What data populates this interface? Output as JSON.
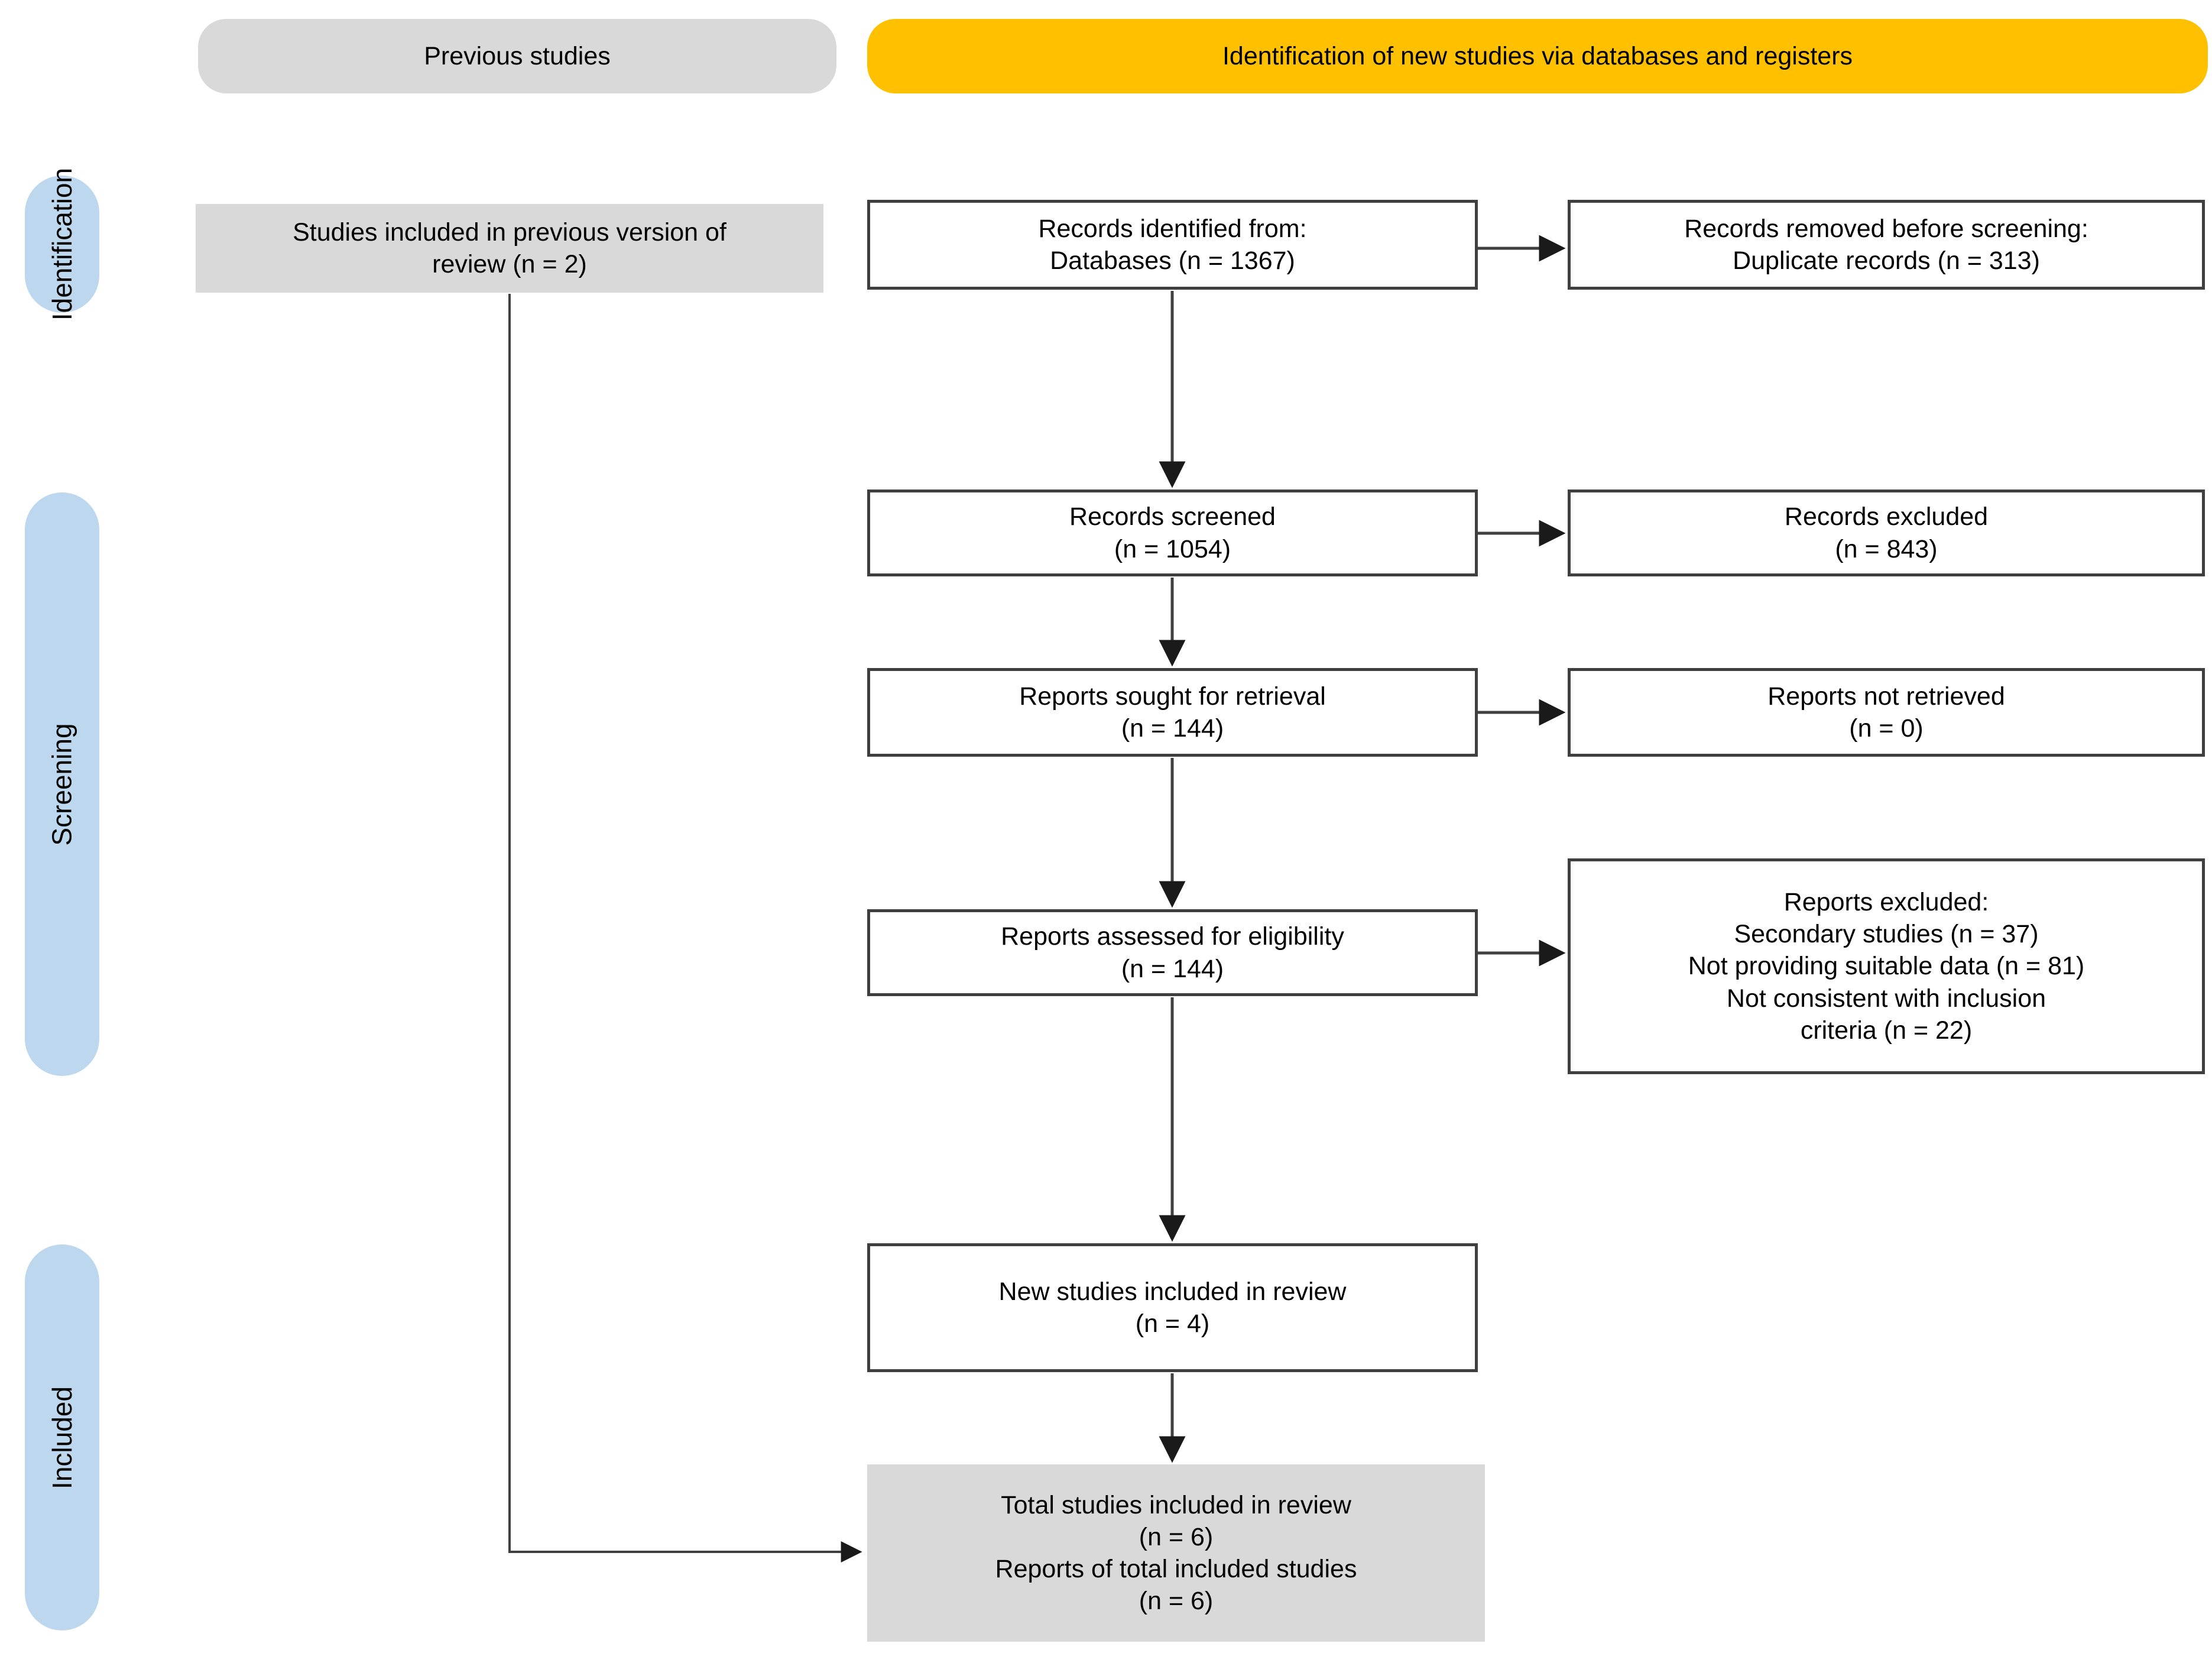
{
  "diagram": {
    "headers": {
      "previous_studies": "Previous studies",
      "identification_new_studies": "Identification of new studies via databases and registers"
    },
    "stage_labels": {
      "identification": "Identification",
      "screening": "Screening",
      "included": "Included"
    },
    "boxes": {
      "previous_version": "Studies included in previous version of\nreview (n = 2)",
      "records_identified": "Records identified from:\nDatabases (n = 1367)",
      "records_removed": "Records removed before screening:\nDuplicate records (n = 313)",
      "records_screened": "Records screened\n(n = 1054)",
      "records_excluded": "Records excluded\n(n = 843)",
      "reports_sought": "Reports sought for retrieval\n(n = 144)",
      "reports_not_retrieved": "Reports not retrieved\n(n = 0)",
      "reports_assessed": "Reports assessed for eligibility\n(n = 144)",
      "reports_excluded": "Reports excluded:\nSecondary studies (n = 37)\nNot providing suitable data (n = 81)\nNot consistent with inclusion\ncriteria (n = 22)",
      "new_studies_included": "New studies included in review\n(n = 4)",
      "total_included": "Total studies included in review\n(n = 6)\nReports of total included studies\n(n = 6)"
    },
    "colors": {
      "gray_fill": "#D9D9D9",
      "yellow_fill": "#FFC000",
      "blue_fill": "#BDD7EE",
      "line": "#404040",
      "arrowhead": "#1a1a1a"
    }
  }
}
